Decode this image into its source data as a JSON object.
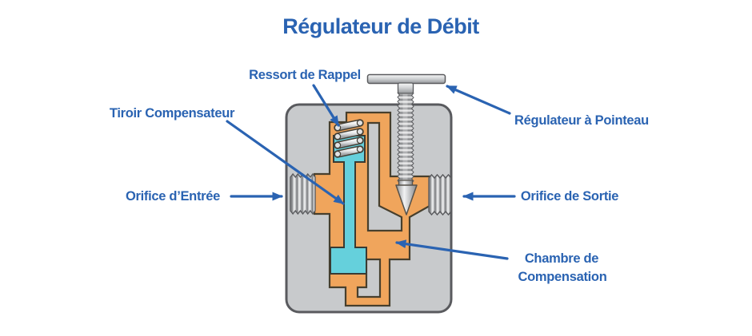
{
  "title": "Régulateur de Débit",
  "labels": {
    "spring": "Ressort de Rappel",
    "spool": "Tiroir Compensateur",
    "inlet": "Orifice d’Entrée",
    "needle_regulator": "Régulateur à Pointeau",
    "outlet": "Orifice de Sortie",
    "chamber_line1": "Chambre de",
    "chamber_line2": "Compensation"
  },
  "colors": {
    "label_blue": "#2a63b2",
    "channel_orange": "#f0a55c",
    "fluid_cyan": "#65d0dc",
    "body_gray": "#c8cacc",
    "outline_dark": "#473f2d",
    "metal_edge": "#5a5b5e"
  }
}
